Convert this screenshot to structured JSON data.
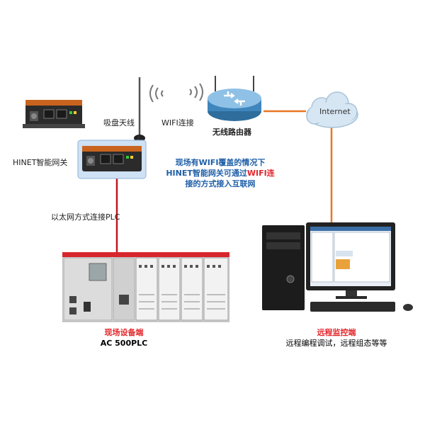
{
  "labels": {
    "gateway_label": "HINET智能网关",
    "antenna_label": "吸盘天线",
    "wifi_link_label": "WIFI连接",
    "router_label": "无线路由器",
    "internet_label": "Internet",
    "plc_link_label": "以太网方式连接PLC"
  },
  "note": {
    "line1": "现场有WIFI覆盖的情况下",
    "line2_a": "HINET智能网关可通过",
    "line2_b": "WIFI连",
    "line3": "接的方式接入互联网"
  },
  "field": {
    "title": "现场设备端",
    "subtitle": "AC 500PLC"
  },
  "remote": {
    "title": "远程监控端",
    "subtitle": "远程编程调试，远程组态等等"
  },
  "colors": {
    "plc_cable": "#c0181e",
    "internet_cable": "#e87722",
    "note_blue": "#1f5fa8",
    "note_red": "#e3262b"
  }
}
